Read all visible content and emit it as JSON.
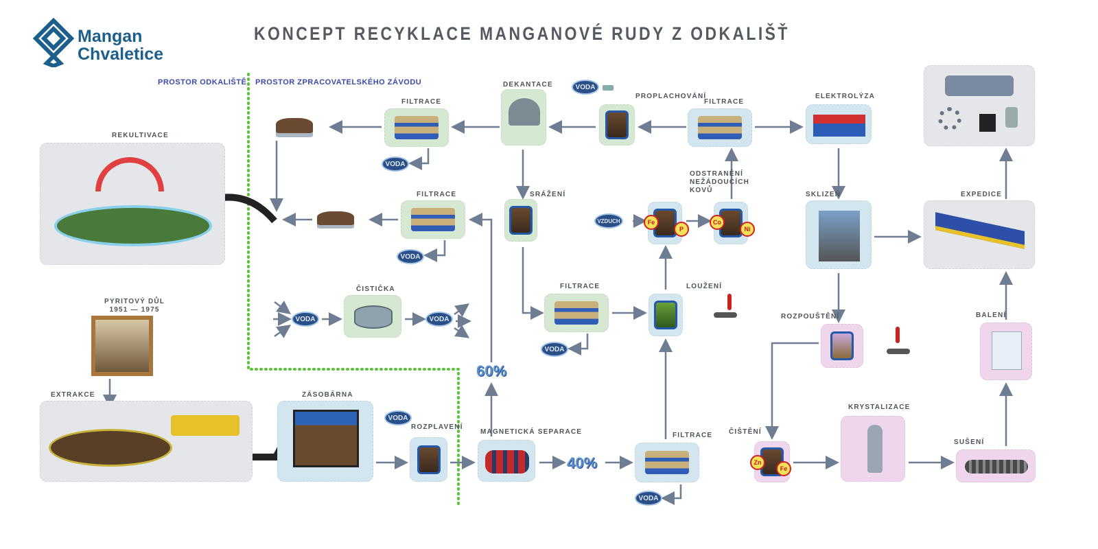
{
  "header": {
    "title": "KONCEPT RECYKLACE MANGANOVÉ RUDY Z ODKALIŠŤ",
    "logo_line1": "Mangan",
    "logo_line2": "Chvaletice",
    "brand_color": "#1c5f8c"
  },
  "zones": {
    "left": "PROSTOR ODKALIŠTĚ",
    "right": "PROSTOR ZPRACOVATELSKÉHO ZÁVODU",
    "divider_color": "#5cc23a"
  },
  "steps": {
    "rekultivace": "REKULTIVACE",
    "pyrit_title": "PYRITOVÝ DŮL",
    "pyrit_years": "1951 — 1975",
    "extrakce": "EXTRAKCE",
    "zasobarna": "ZÁSOBÁRNA",
    "rozplaveni": "ROZPLAVENÍ",
    "magneticka": "MAGNETICKÁ SEPARACE",
    "filtrace": "FILTRACE",
    "louzeni": "LOUŽENÍ",
    "srazeni": "SRÁŽENÍ",
    "dekantace": "DEKANTACE",
    "cisticka": "ČISTIČKA",
    "proplachovani": "PROPLACHOVÁNÍ",
    "odstraneni_1": "ODSTRANĚNÍ",
    "odstraneni_2": "NEŽÁDOUCÍCH",
    "odstraneni_3": "KOVŮ",
    "elektrolyza": "ELEKTROLÝZA",
    "sklizen": "SKLIZEŇ",
    "rozpousteni": "ROZPOUŠTĚNÍ",
    "cisteni": "ČIŠTĚNÍ",
    "krystalizace": "KRYSTALIZACE",
    "suseni": "SUŠENÍ",
    "baleni": "BALENÍ",
    "expedice": "EXPEDICE"
  },
  "tags": {
    "voda": "VODA",
    "vzduch": "VZDUCH",
    "fe": "Fe",
    "p": "P",
    "co": "Co",
    "ni": "Ni",
    "zn": "Zn"
  },
  "split": {
    "non_magnetic": "60%",
    "magnetic": "40%"
  }
}
